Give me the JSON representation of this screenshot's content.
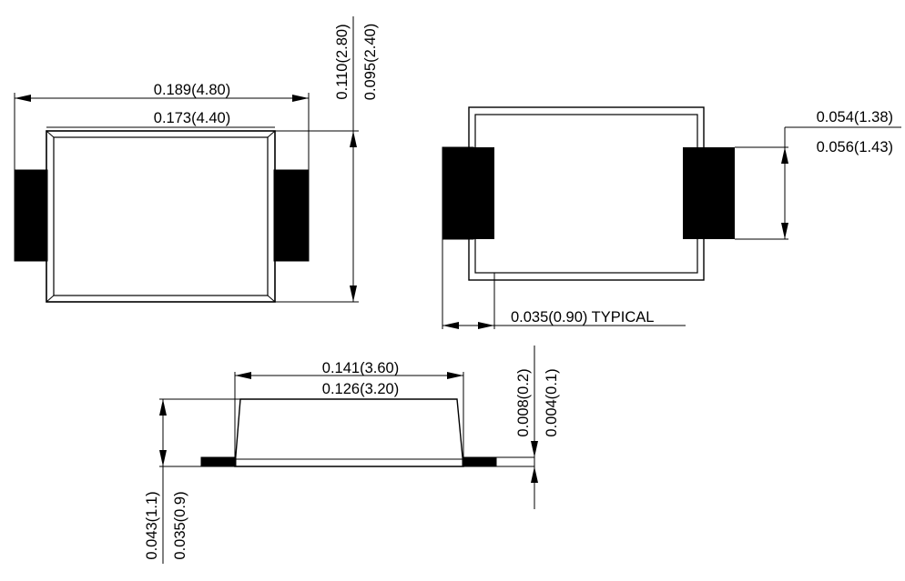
{
  "top_view": {
    "overall_length": "0.189(4.80)",
    "body_length": "0.173(4.40)",
    "width_max": "0.110(2.80)",
    "width_min": "0.095(2.40)"
  },
  "bottom_view": {
    "lead_width_a": "0.054(1.38)",
    "lead_width_b": "0.056(1.43)",
    "lead_length": "0.035(0.90) TYPICAL"
  },
  "side_view": {
    "top_length_max": "0.141(3.60)",
    "top_length_min": "0.126(3.20)",
    "lead_thickness_max": "0.008(0.2)",
    "lead_thickness_min": "0.004(0.1)",
    "height_max": "0.043(1.1)",
    "height_min": "0.035(0.9)"
  },
  "colors": {
    "ink": "#000000",
    "paper": "#ffffff"
  }
}
